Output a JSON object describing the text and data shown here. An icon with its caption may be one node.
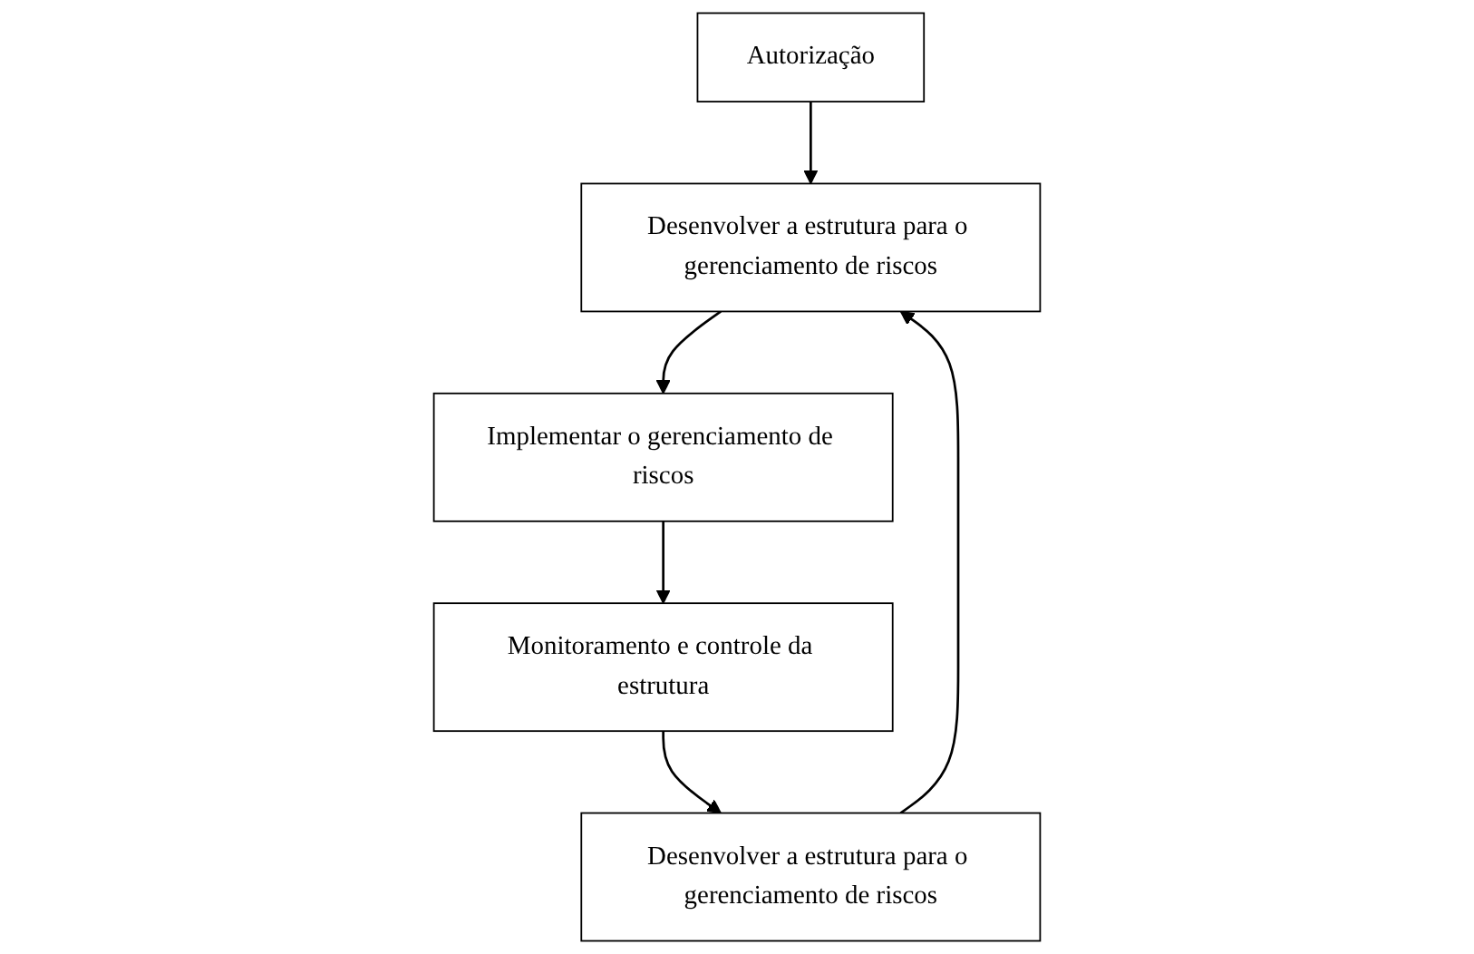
{
  "diagram": {
    "nodes": [
      {
        "text": [
          "Autorização"
        ]
      },
      {
        "text": [
          "Desenvolver a estrutura para o gerenciamento de riscos"
        ]
      },
      {
        "text": [
          "Implementar o gerenciamento de riscos"
        ]
      },
      {
        "text": [
          "Monitoramento e controle da estrutura"
        ]
      },
      {
        "text": [
          "Desenvolver a estrutura para o gerenciamento de riscos"
        ]
      }
    ],
    "edges": [
      {
        "from": 0,
        "to": 1,
        "arrow": "to"
      },
      {
        "from": 1,
        "to": 2,
        "arrow": "to"
      },
      {
        "from": 2,
        "to": 3,
        "arrow": "to"
      },
      {
        "from": 3,
        "to": 4,
        "arrow": "to"
      },
      {
        "from": 4,
        "to": 1,
        "arrow": "to"
      }
    ]
  }
}
